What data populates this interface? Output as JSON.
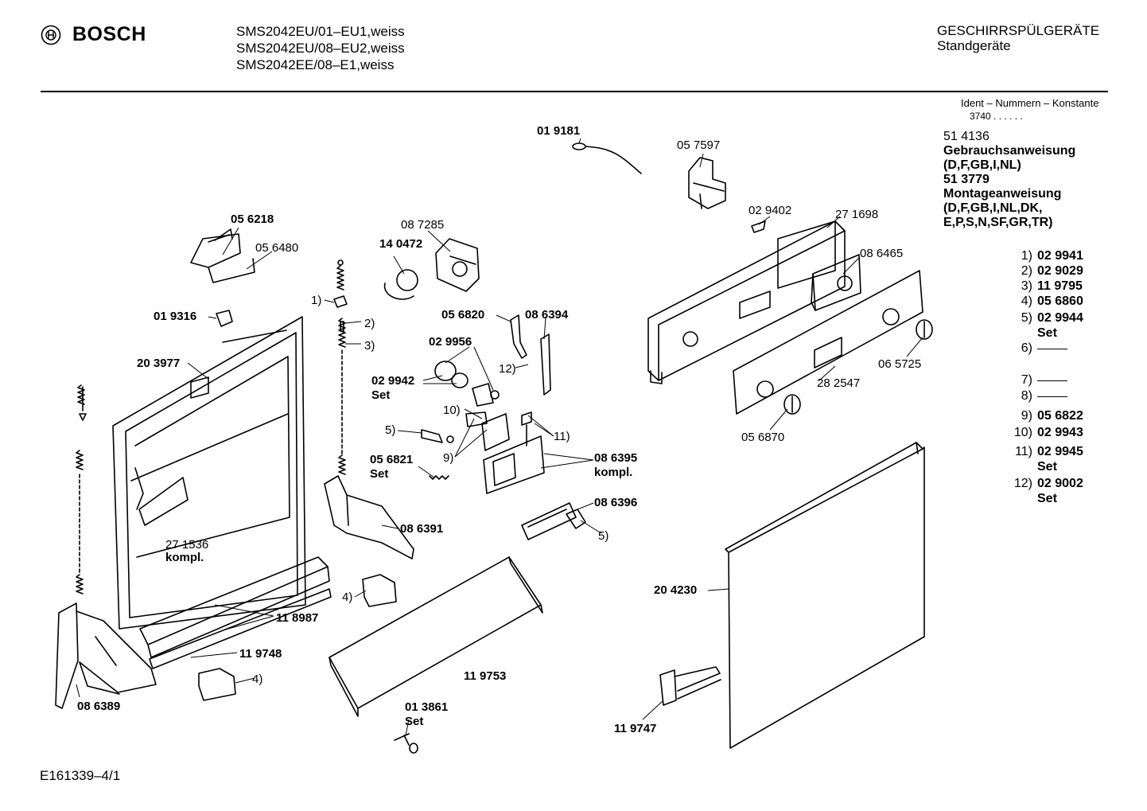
{
  "header": {
    "brand": "BOSCH",
    "models": [
      "SMS2042EU/01–EU1,weiss",
      "SMS2042EU/08–EU2,weiss",
      "SMS2042EE/08–E1,weiss"
    ],
    "category": "GESCHIRRSPÜLGERÄTE",
    "subcategory": "Standgeräte"
  },
  "ident": {
    "title": "Ident – Nummern – Konstante",
    "value": "3740 . . . . . ."
  },
  "docs": {
    "code1": "51 4136",
    "title1": "Gebrauchsanweisung",
    "langs1": "(D,F,GB,I,NL)",
    "code2": "51 3779",
    "title2": "Montageanweisung",
    "langs2a": "(D,F,GB,I,NL,DK,",
    "langs2b": "E,P,S,N,SF,GR,TR)"
  },
  "legend": [
    {
      "num": "1)",
      "code": "02 9941",
      "suffix": ""
    },
    {
      "num": "2)",
      "code": "02 9029",
      "suffix": ""
    },
    {
      "num": "3)",
      "code": "11 9795",
      "suffix": ""
    },
    {
      "num": "4)",
      "code": "05 6860",
      "suffix": ""
    },
    {
      "num": "5)",
      "code": "02 9944",
      "suffix": "Set"
    },
    {
      "num": "6)",
      "code": "",
      "suffix": ""
    },
    {
      "num": "7)",
      "code": "",
      "suffix": ""
    },
    {
      "num": "8)",
      "code": "",
      "suffix": ""
    },
    {
      "num": "9)",
      "code": "05 6822",
      "suffix": ""
    },
    {
      "num": "10)",
      "code": "02 9943",
      "suffix": ""
    },
    {
      "num": "11)",
      "code": "02 9945",
      "suffix": "Set"
    },
    {
      "num": "12)",
      "code": "02 9002",
      "suffix": "Set"
    }
  ],
  "labels": {
    "p019181": "01 9181",
    "p057597": "05 7597",
    "p056218": "05 6218",
    "p056480": "05 6480",
    "p087285": "08 7285",
    "p140472": "14 0472",
    "p029402": "02 9402",
    "p271698": "27 1698",
    "p086465": "08 6465",
    "r1": "1)",
    "r2": "2)",
    "r3": "3)",
    "p019316": "01 9316",
    "p203977": "20 3977",
    "p056820": "05 6820",
    "p086394": "08 6394",
    "p029956": "02 9956",
    "r12": "12)",
    "p029942": "02 9942",
    "set1": "Set",
    "r10": "10)",
    "r5a": "5)",
    "r9": "9)",
    "r11": "11)",
    "p056821": "05 6821",
    "set2": "Set",
    "p086395": "08 6395",
    "kompl1": "kompl.",
    "p086396": "08 6396",
    "r5b": "5)",
    "p086391": "08 6391",
    "p271536": "27 1536",
    "kompl2": "kompl.",
    "p065725": "06 5725",
    "p282547": "28 2547",
    "p056870": "05 6870",
    "r4a": "4)",
    "p118987": "11 8987",
    "p119748": "11 9748",
    "r4b": "4)",
    "p086389": "08 6389",
    "p119753": "11 9753",
    "p013861": "01 3861",
    "set3": "Set",
    "p204230": "20 4230",
    "p119747": "11 9747"
  },
  "footer": "E161339–4/1"
}
